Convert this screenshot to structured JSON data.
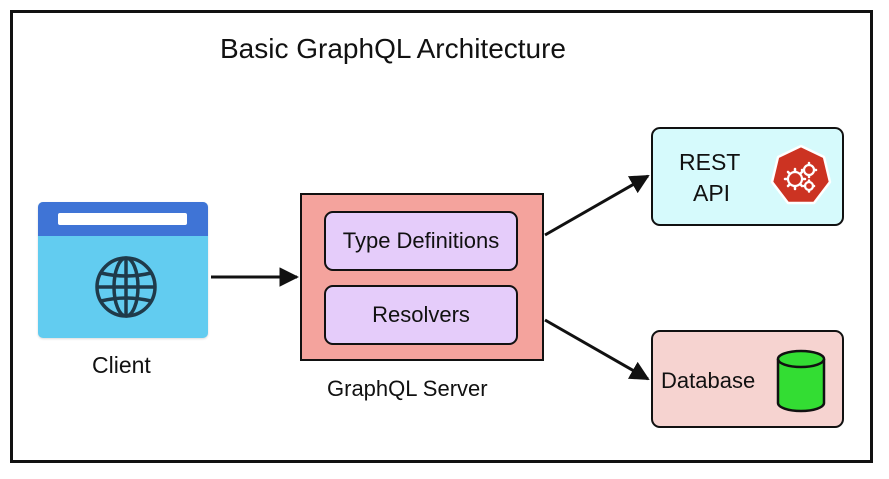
{
  "diagram": {
    "title": "Basic GraphQL Architecture",
    "client": {
      "label": "Client",
      "icon": "globe-icon"
    },
    "server": {
      "label": "GraphQL Server",
      "components": [
        "Type Definitions",
        "Resolvers"
      ]
    },
    "rest_api": {
      "label_line1": "REST",
      "label_line2": "API",
      "icon": "kubernetes-icon"
    },
    "database": {
      "label": "Database",
      "icon": "database-cylinder-icon"
    },
    "edges": [
      {
        "from": "client",
        "to": "server"
      },
      {
        "from": "server",
        "to": "rest_api"
      },
      {
        "from": "server",
        "to": "database"
      }
    ],
    "colors": {
      "client_window": "#62ccf0",
      "client_titlebar": "#3f74d6",
      "server_box": "#f4a39d",
      "server_components": "#e5ccfa",
      "rest_api_box": "#d6fafc",
      "database_box": "#f6d3d0",
      "kubernetes_icon": "#cc3322",
      "database_icon": "#33dd33"
    }
  }
}
